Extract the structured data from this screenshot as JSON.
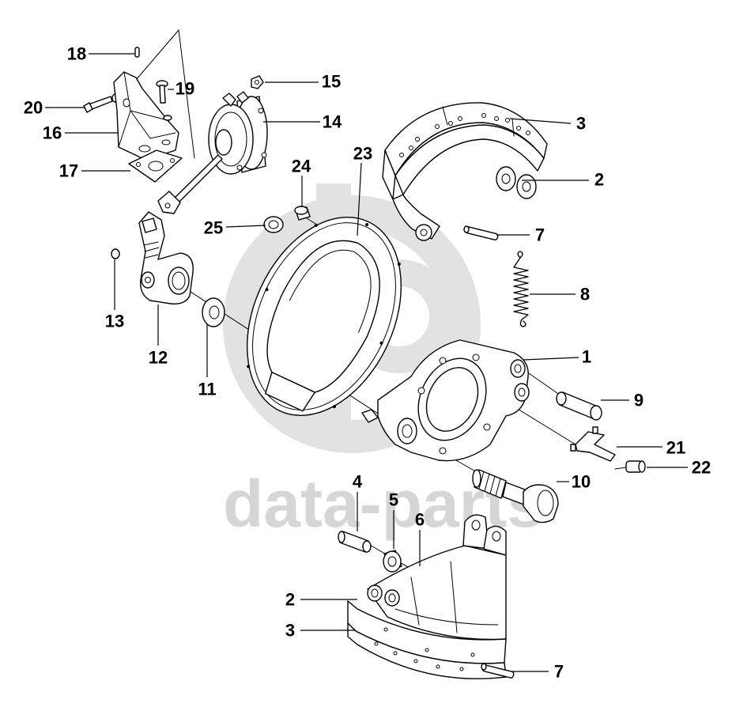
{
  "watermark": "data-parts",
  "colors": {
    "line": "#000000",
    "watermark": "#d6d6d6",
    "background": "#ffffff"
  },
  "callouts": [
    "18",
    "19",
    "15",
    "20",
    "16",
    "14",
    "3",
    "17",
    "24",
    "23",
    "2",
    "25",
    "7",
    "8",
    "13",
    "12",
    "11",
    "1",
    "9",
    "21",
    "22",
    "10",
    "4",
    "5",
    "6",
    "2",
    "3",
    "7"
  ]
}
